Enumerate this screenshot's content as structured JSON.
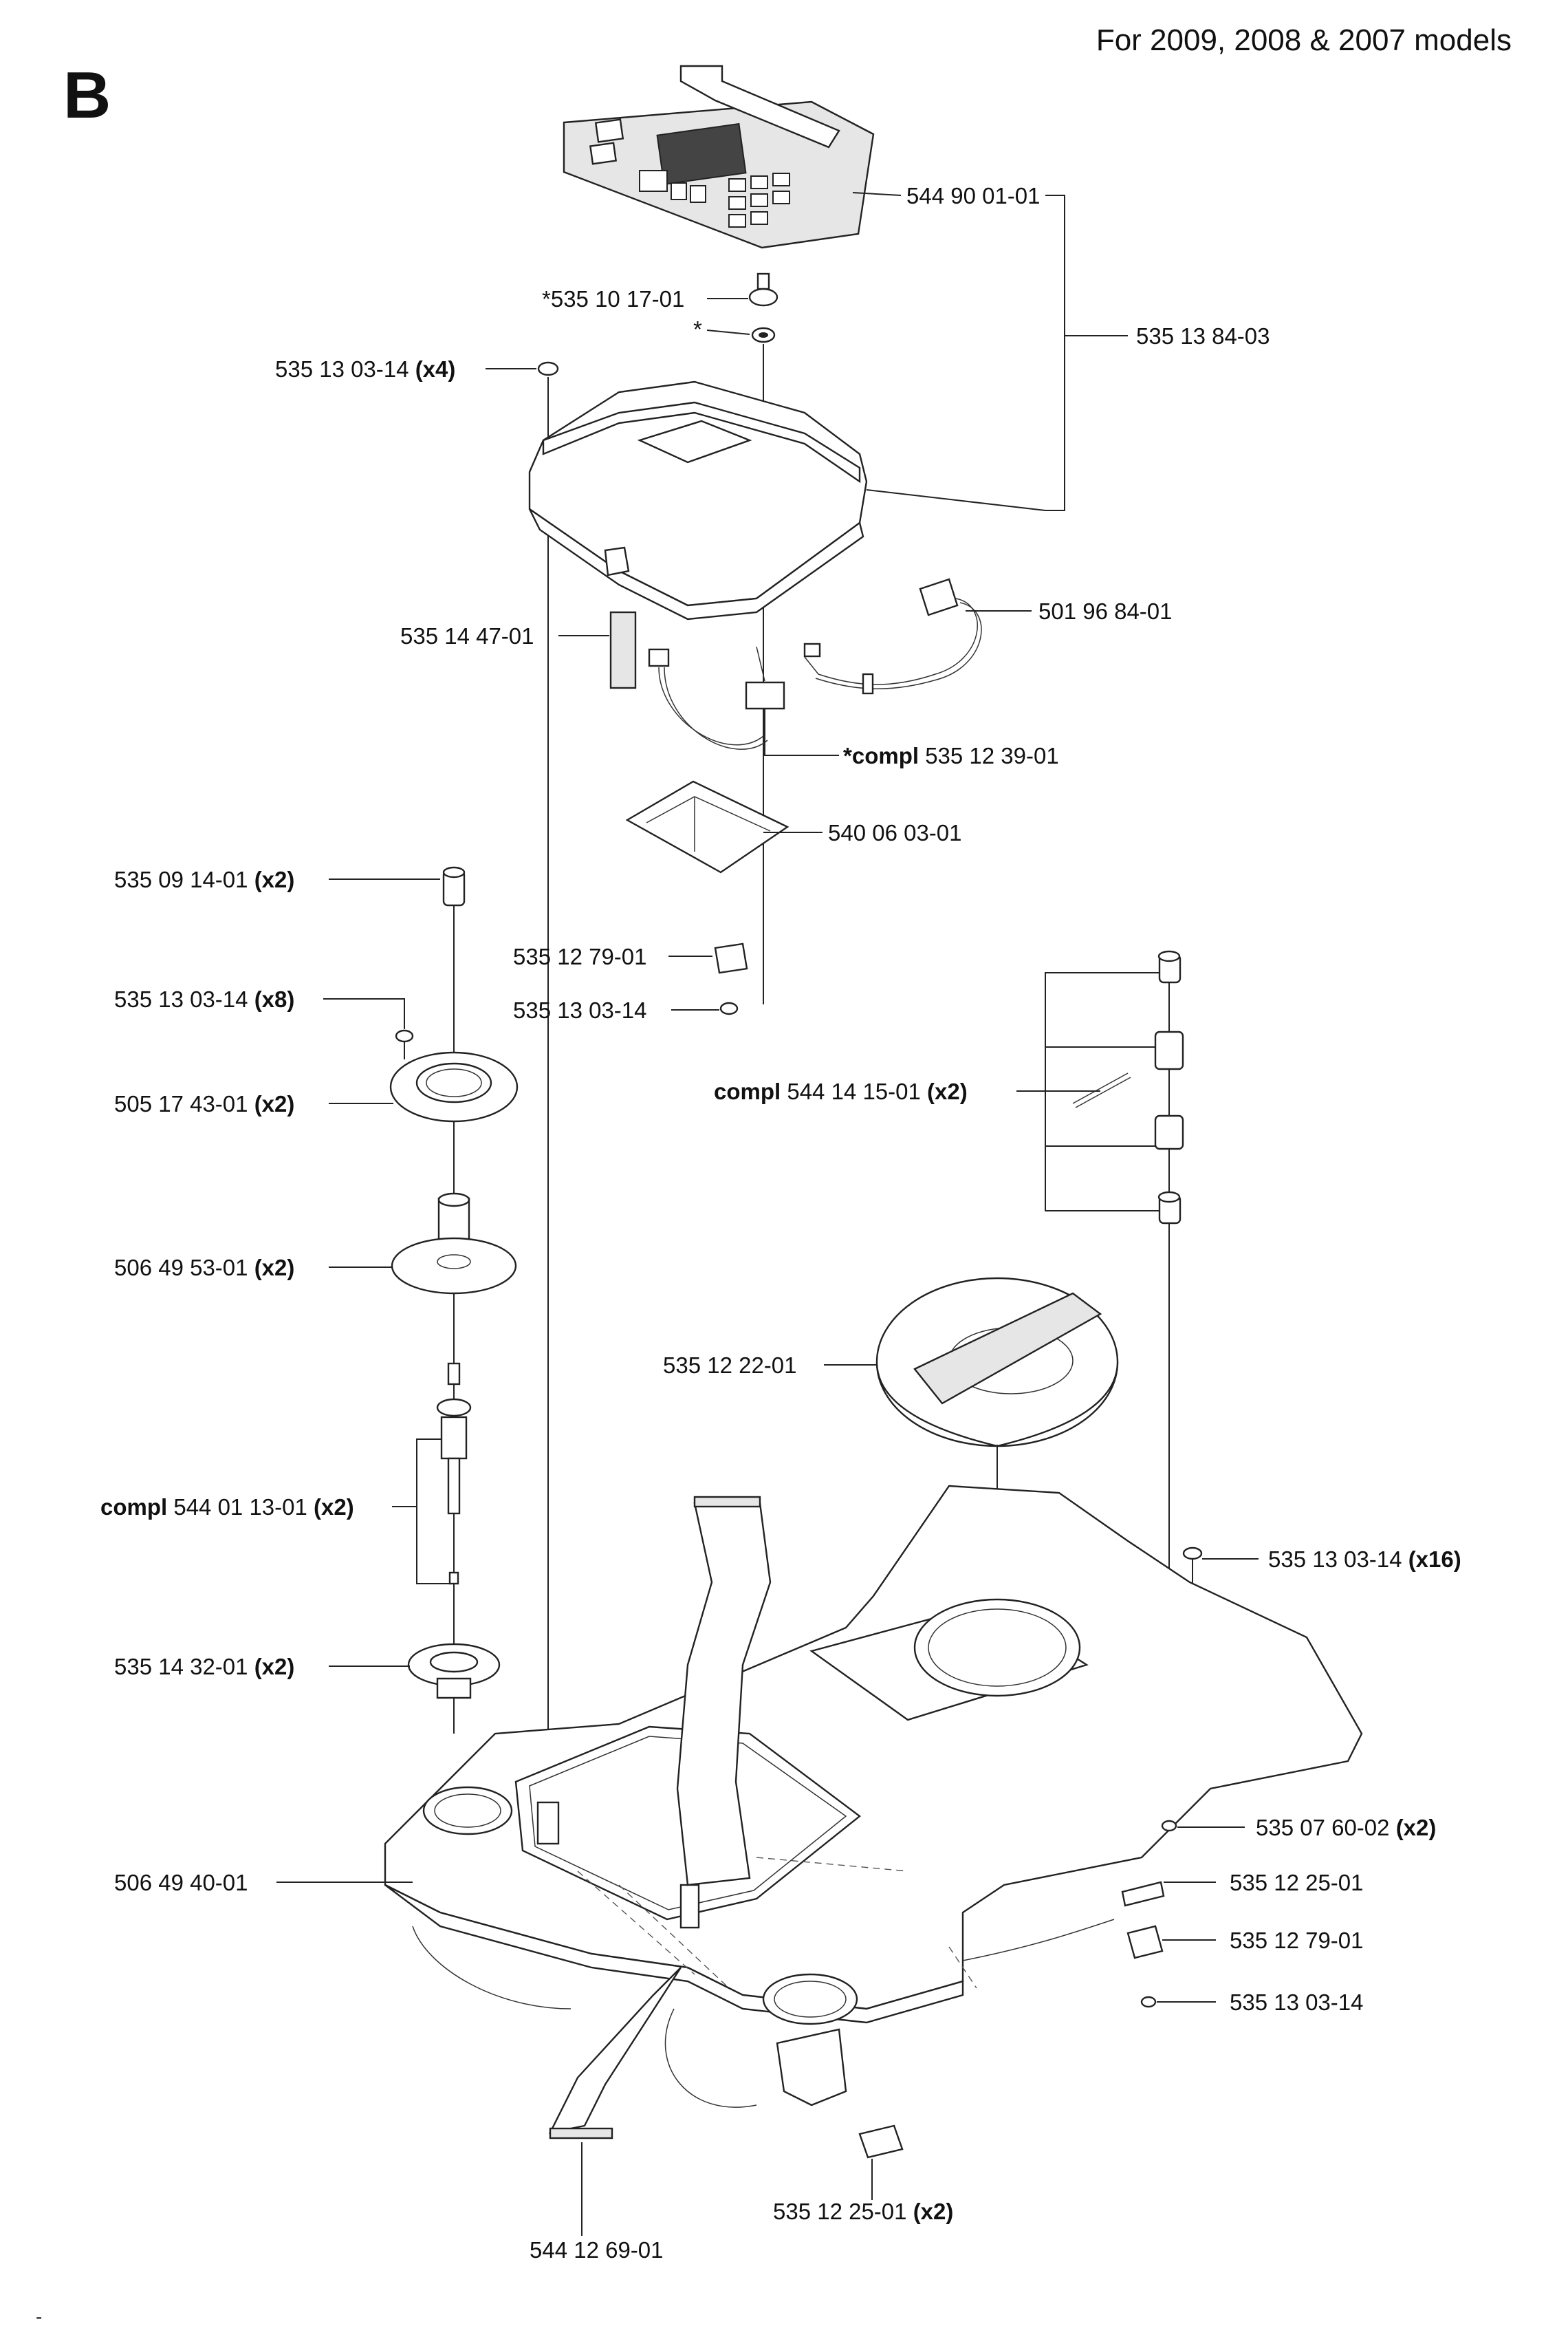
{
  "header": {
    "section_letter": "B",
    "models_note": "For 2009, 2008 & 2007 models"
  },
  "footer_mark": "-",
  "callouts": [
    {
      "id": "c1",
      "part": "544 90 01-01",
      "prefix": "",
      "qty": ""
    },
    {
      "id": "c2",
      "part": "*535 10 17-01",
      "prefix": "",
      "qty": ""
    },
    {
      "id": "c3",
      "part": "*",
      "prefix": "",
      "qty": ""
    },
    {
      "id": "c4",
      "part": "535 13 84-03",
      "prefix": "",
      "qty": ""
    },
    {
      "id": "c5",
      "part": "535 13 03-14",
      "prefix": "",
      "qty": "(x4)"
    },
    {
      "id": "c6",
      "part": "501 96 84-01",
      "prefix": "",
      "qty": ""
    },
    {
      "id": "c7",
      "part": "535 14 47-01",
      "prefix": "",
      "qty": ""
    },
    {
      "id": "c8",
      "part": " 535 12 39-01",
      "prefix": "*compl",
      "qty": ""
    },
    {
      "id": "c9",
      "part": "540 06 03-01",
      "prefix": "",
      "qty": ""
    },
    {
      "id": "c10",
      "part": "535 09 14-01",
      "prefix": "",
      "qty": "(x2)"
    },
    {
      "id": "c11",
      "part": "535 12 79-01",
      "prefix": "",
      "qty": ""
    },
    {
      "id": "c12",
      "part": "535 13 03-14",
      "prefix": "",
      "qty": "(x8)"
    },
    {
      "id": "c13",
      "part": "535 13 03-14",
      "prefix": "",
      "qty": ""
    },
    {
      "id": "c14",
      "part": "505 17 43-01",
      "prefix": "",
      "qty": "(x2)"
    },
    {
      "id": "c15",
      "part": " 544 14 15-01",
      "prefix": "compl",
      "qty": "(x2)"
    },
    {
      "id": "c16",
      "part": "506 49 53-01",
      "prefix": "",
      "qty": "(x2)"
    },
    {
      "id": "c17",
      "part": "535 12 22-01",
      "prefix": "",
      "qty": ""
    },
    {
      "id": "c18",
      "part": " 544 01 13-01",
      "prefix": "compl",
      "qty": "(x2)"
    },
    {
      "id": "c19",
      "part": "535 13 03-14",
      "prefix": "",
      "qty": "(x16)"
    },
    {
      "id": "c20",
      "part": "535 14 32-01",
      "prefix": "",
      "qty": "(x2)"
    },
    {
      "id": "c21",
      "part": "535 07 60-02",
      "prefix": "",
      "qty": "(x2)"
    },
    {
      "id": "c22",
      "part": "506 49 40-01",
      "prefix": "",
      "qty": ""
    },
    {
      "id": "c23",
      "part": "535 12 25-01",
      "prefix": "",
      "qty": ""
    },
    {
      "id": "c24",
      "part": "535 12 79-01",
      "prefix": "",
      "qty": ""
    },
    {
      "id": "c25",
      "part": "535 13 03-14",
      "prefix": "",
      "qty": ""
    },
    {
      "id": "c26",
      "part": "535 12 25-01",
      "prefix": "",
      "qty": "(x2)"
    },
    {
      "id": "c27",
      "part": "544 12 69-01",
      "prefix": "",
      "qty": ""
    }
  ]
}
